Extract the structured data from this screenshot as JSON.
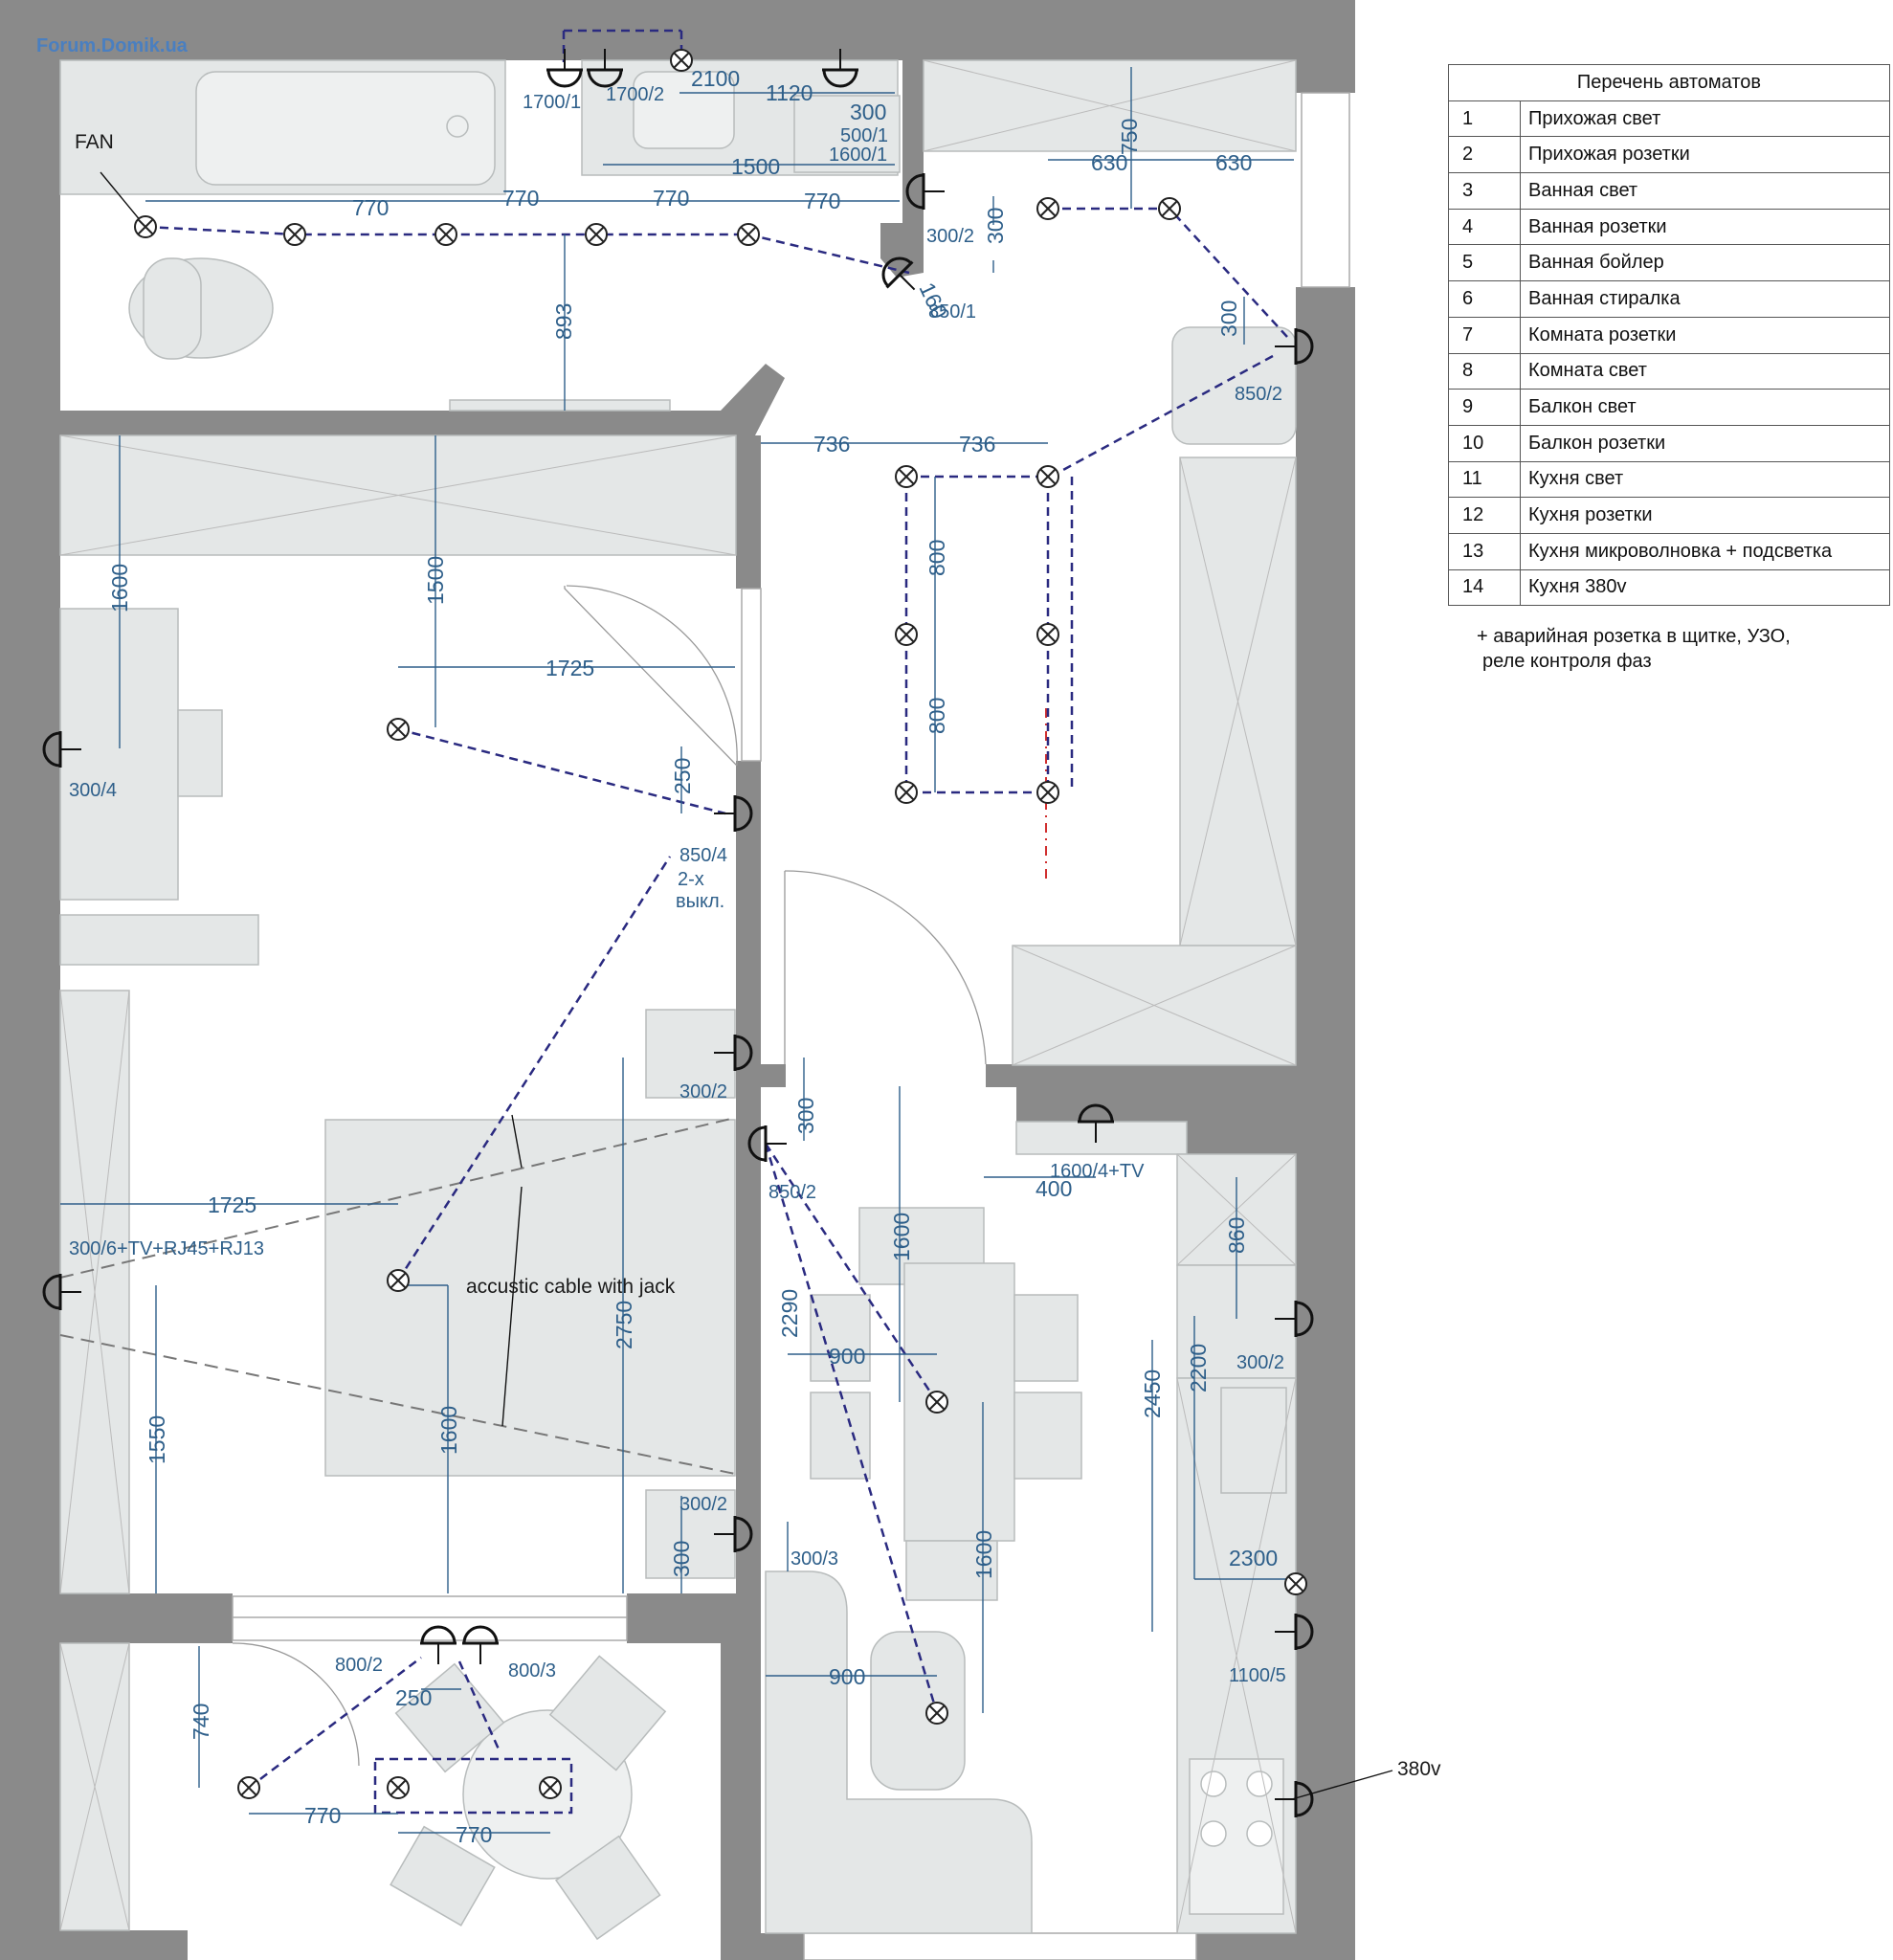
{
  "watermark": "Forum.Domik.ua",
  "legend": {
    "title": "Перечень автоматов",
    "rows": [
      {
        "num": "1",
        "name": "Прихожая свет"
      },
      {
        "num": "2",
        "name": "Прихожая розетки"
      },
      {
        "num": "3",
        "name": "Ванная свет"
      },
      {
        "num": "4",
        "name": "Ванная розетки"
      },
      {
        "num": "5",
        "name": "Ванная бойлер"
      },
      {
        "num": "6",
        "name": "Ванная стиралка"
      },
      {
        "num": "7",
        "name": "Комната розетки"
      },
      {
        "num": "8",
        "name": "Комната свет"
      },
      {
        "num": "9",
        "name": "Балкон свет"
      },
      {
        "num": "10",
        "name": "Балкон розетки"
      },
      {
        "num": "11",
        "name": "Кухня свет"
      },
      {
        "num": "12",
        "name": "Кухня розетки"
      },
      {
        "num": "13",
        "name": "Кухня микроволновка + подсветка"
      },
      {
        "num": "14",
        "name": "Кухня 380v"
      }
    ],
    "note_line1": "+ аварийная розетка в щитке, УЗО,",
    "note_line2": "реле контроля фаз"
  },
  "labels": {
    "fan": "FAN",
    "acoustic": "accustic cable with jack",
    "v380": "380v",
    "b_switch": "2-х",
    "b_switch2": "выкл."
  },
  "sockets": {
    "s1700_1": "1700/1",
    "s1700_2": "1700/2",
    "s500_1": "500/1",
    "s1600_1": "1600/1",
    "s300_2a": "300/2",
    "s850_1": "850/1",
    "s850_2a": "850/2",
    "s300_4": "300/4",
    "s850_4": "850/4",
    "s300_2b": "300/2",
    "s300_6": "300/6+TV+RJ45+RJ13",
    "s300_2c": "300/2",
    "s300_3": "300/3",
    "s850_2b": "850/2",
    "s1600_4": "1600/4+TV",
    "s300_2d": "300/2",
    "s1100_5": "1100/5",
    "s800_2": "800/2",
    "s800_3": "800/3"
  },
  "dims": {
    "d2100": "2100",
    "d1120": "1120",
    "d300a": "300",
    "d1500a": "1500",
    "d770a": "770",
    "d770b": "770",
    "d770c": "770",
    "d770d": "770",
    "d893": "893",
    "d300b": "300",
    "d160": "160",
    "d750": "750",
    "d630a": "630",
    "d630b": "630",
    "d300c": "300",
    "d736a": "736",
    "d736b": "736",
    "d800a": "800",
    "d800b": "800",
    "d1600a": "1600",
    "d1500b": "1500",
    "d1725a": "1725",
    "d250a": "250",
    "d1725b": "1725",
    "d2750": "2750",
    "d1600b": "1600",
    "d1550": "1550",
    "d300d": "300",
    "d300e": "300",
    "d1600c": "1600",
    "d400": "400",
    "d2290": "2290",
    "d900a": "900",
    "d1600d": "1600",
    "d900b": "900",
    "d860": "860",
    "d2450": "2450",
    "d2200": "2200",
    "d2300": "2300",
    "d740": "740",
    "d250b": "250",
    "d770e": "770",
    "d770f": "770"
  }
}
